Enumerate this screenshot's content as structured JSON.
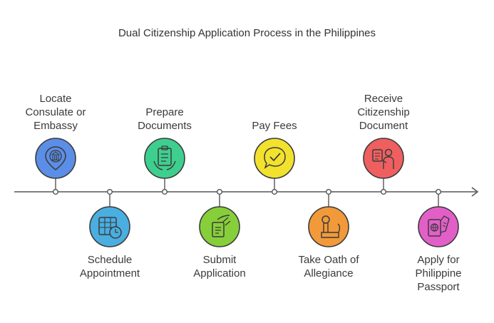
{
  "title": "Dual Citizenship Application Process in the Philippines",
  "steps": [
    {
      "lines": [
        "Locate",
        "Consulate or",
        "Embassy"
      ],
      "icon": "consulate-location-icon",
      "color": "#5b8ee6",
      "position": "above"
    },
    {
      "lines": [
        "Schedule",
        "Appointment"
      ],
      "icon": "calendar-clock-icon",
      "color": "#4aaee0",
      "position": "below"
    },
    {
      "lines": [
        "Prepare",
        "Documents"
      ],
      "icon": "clipboard-document-icon",
      "color": "#3ecf8e",
      "position": "above"
    },
    {
      "lines": [
        "Submit",
        "Application"
      ],
      "icon": "hand-document-icon",
      "color": "#86cf3a",
      "position": "below"
    },
    {
      "lines": [
        "Pay Fees"
      ],
      "icon": "payment-check-icon",
      "color": "#f2e22e",
      "position": "above"
    },
    {
      "lines": [
        "Take Oath of",
        "Allegiance"
      ],
      "icon": "raised-hand-icon",
      "color": "#f29a3a",
      "position": "below"
    },
    {
      "lines": [
        "Receive",
        "Citizenship",
        "Document"
      ],
      "icon": "person-document-icon",
      "color": "#ef5f5f",
      "position": "above"
    },
    {
      "lines": [
        "Apply for",
        "Philippine",
        "Passport"
      ],
      "icon": "passport-icon",
      "color": "#e35fc8",
      "position": "below"
    }
  ],
  "colors": {
    "line": "#555555",
    "stroke": "#3b3b3b"
  }
}
